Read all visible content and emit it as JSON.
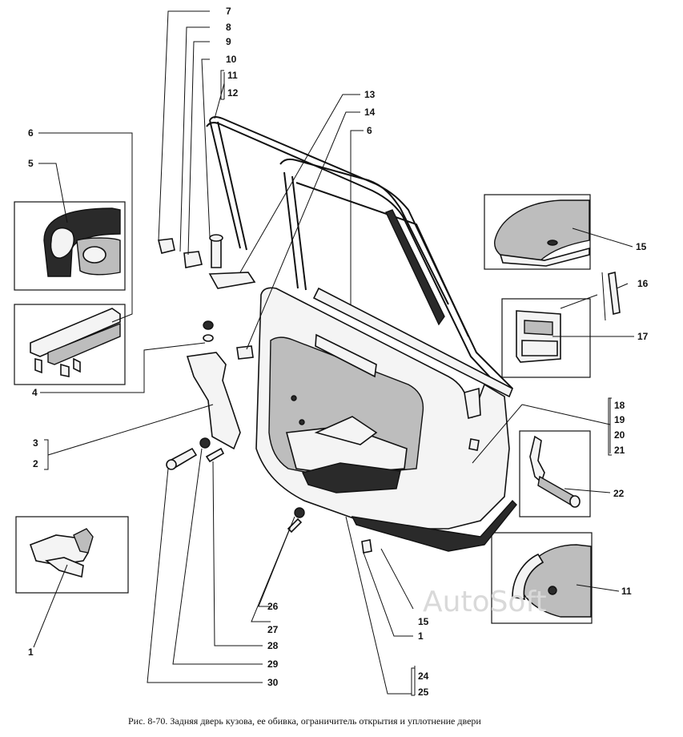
{
  "caption": "Рис. 8-70. Задняя дверь кузова, ее обивка, ограничитель открытия и уплотнение двери",
  "watermark": "AutoSoft",
  "labels": {
    "l1a": "1",
    "l1b": "1",
    "l2": "2",
    "l3": "3",
    "l4": "4",
    "l5": "5",
    "l6a": "6",
    "l6b": "6",
    "l7": "7",
    "l8": "8",
    "l9": "9",
    "l10": "10",
    "l11a": "11",
    "l11b": "11",
    "l12": "12",
    "l13": "13",
    "l14": "14",
    "l15a": "15",
    "l15b": "15",
    "l16": "16",
    "l17": "17",
    "l18": "18",
    "l19": "19",
    "l20": "20",
    "l21": "21",
    "l22": "22",
    "l24": "24",
    "l25": "25",
    "l26": "26",
    "l27": "27",
    "l28": "28",
    "l29": "29",
    "l30": "30"
  }
}
